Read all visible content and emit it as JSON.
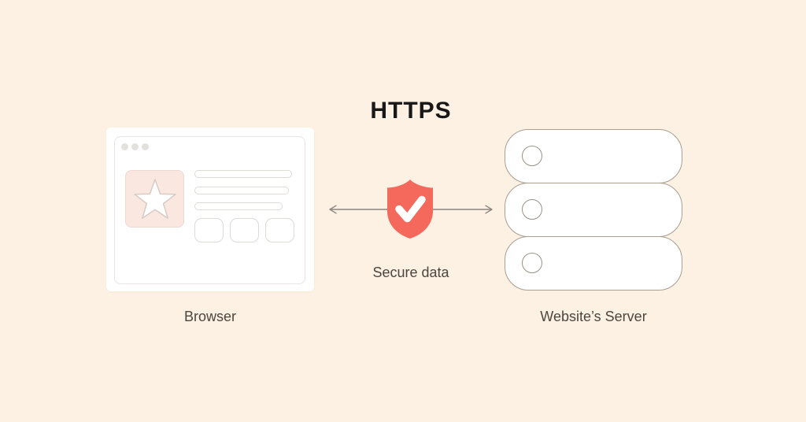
{
  "title": "HTTPS",
  "colors": {
    "background": "#FCF1E2",
    "accent_shield": "#F4695C",
    "arrow": "#8B8680",
    "label_text": "#4C463E",
    "title_text": "#181818"
  },
  "browser": {
    "label": "Browser",
    "window_dots": 3,
    "text_lines": 3,
    "button_placeholders": 3
  },
  "connection": {
    "label": "Secure data",
    "shield_icon": "shield-check-icon",
    "arrow_icon": "double-headed-arrow-icon"
  },
  "server": {
    "label": "Website’s Server",
    "units": 3
  }
}
